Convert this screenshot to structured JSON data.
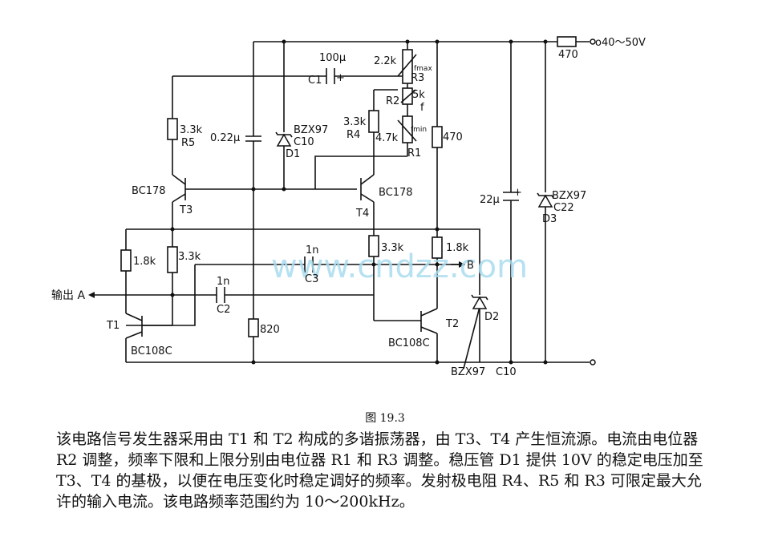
{
  "labels": {
    "supply": "o40～50V",
    "r_supply": "470",
    "c1_value": "100μ",
    "c1": "C1",
    "plus": "+",
    "r3_value": "2.2k",
    "fmax": "fmax",
    "r3": "R3",
    "r2": "R2",
    "r2_value": "5k",
    "f": "f",
    "r4_value": "3.3k",
    "fmin": "fmin",
    "r4": "R4",
    "r1_value": "4.7k",
    "r1": "R1",
    "r470_mid": "470",
    "r5_value": "3.3k",
    "r5": "R5",
    "c_022": "0.22μ",
    "d1_type": "BZX97",
    "d1_c": "C10",
    "d1": "D1",
    "t3_type": "BC178",
    "t3": "T3",
    "t4_type": "BC178",
    "t4": "T4",
    "c22_value": "22μ",
    "d3_type": "BZX97",
    "d3_c": "C22",
    "d3": "D3",
    "r18k_left": "1.8k",
    "r33k_left": "3.3k",
    "c3_value": "1n",
    "c3": "C3",
    "r33k_right": "3.3k",
    "r18k_right": "1.8k",
    "out_b": "B",
    "out_a": "输出 A",
    "c2_value": "1n",
    "c2": "C2",
    "t1": "T1",
    "t1_type": "BC108C",
    "r820": "820",
    "t2": "T2",
    "d2": "D2",
    "t2_type": "BC108C",
    "d2_type": "BZX97",
    "d2_c": "C10",
    "watermark": "www.cndzz.com"
  },
  "caption": "图 19.3",
  "description": "该电路信号发生器采用由 T1 和 T2 构成的多谐振荡器，由 T3、T4 产生恒流源。电流由电位器 R2 调整，频率下限和上限分别由电位器 R1 和 R3 调整。稳压管 D1 提供 10V 的稳定电压加至 T3、T4 的基极，以便在电压变化时稳定调好的频率。发射极电阻 R4、R5 和 R3 可限定最大允许的输入电流。该电路频率范围约为 10～200kHz。"
}
